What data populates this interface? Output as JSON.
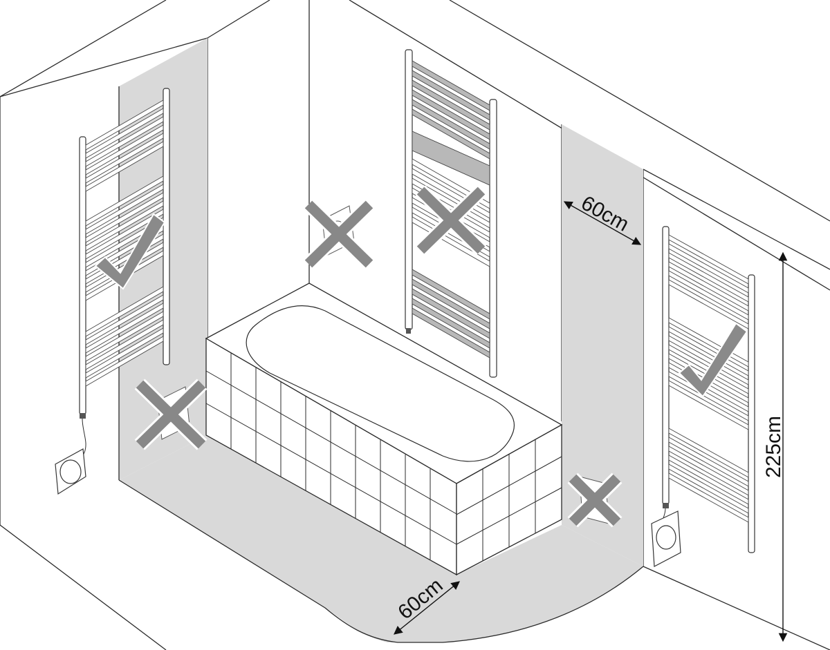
{
  "dimensions": {
    "zone_width_wall": "60cm",
    "zone_width_floor": "60cm",
    "zone_height": "225cm"
  },
  "colors": {
    "zone": "#d9d9d9",
    "mark": "#888888",
    "line": "#2a2a2a"
  },
  "icons": {
    "allowed": "check-icon",
    "forbidden": "cross-icon"
  }
}
